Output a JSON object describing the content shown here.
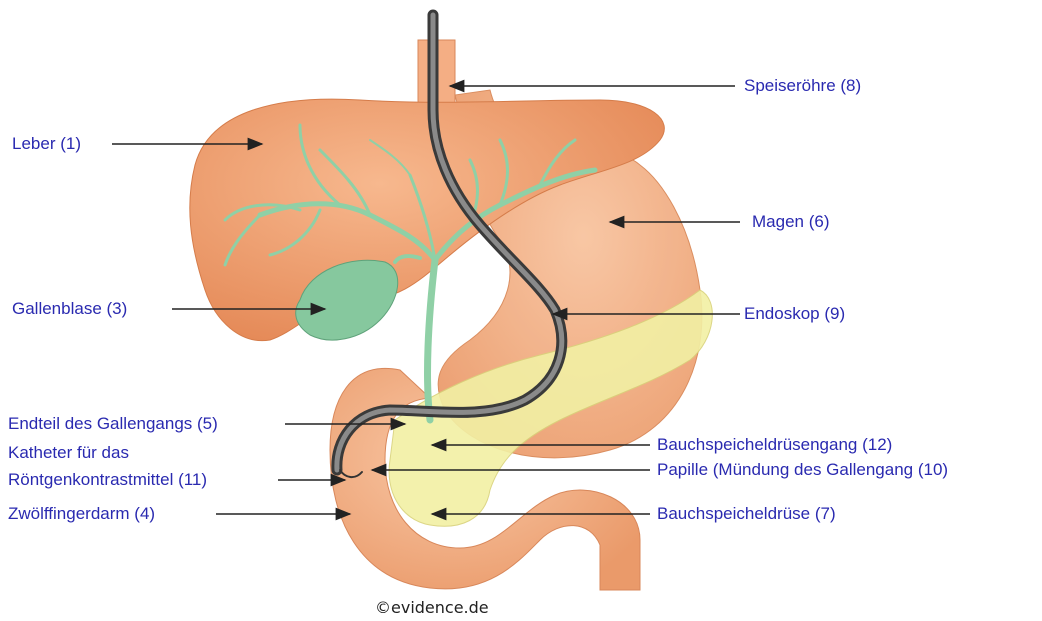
{
  "labels": {
    "leber": "Leber (1)",
    "gallenblase": "Gallenblase (3)",
    "endteil": "Endteil des Gallengangs (5)",
    "katheter_line1": "Katheter für das",
    "katheter_line2": "Röntgenkontrastmittel (11)",
    "zwoelffingerdarm": "Zwölffingerdarm (4)",
    "speiseroehre": "Speiseröhre (8)",
    "magen": "Magen (6)",
    "endoskop": "Endoskop (9)",
    "bauchspeicheldruesengang": "Bauchspeicheldrüsengang (12)",
    "papille": "Papille (Mündung des Gallengang (10)",
    "bauchspeicheldruese": "Bauchspeicheldrüse (7)"
  },
  "copyright": "©evidence.de",
  "colors": {
    "label_text": "#2a2ab0",
    "organ_orange": "#f2a87a",
    "liver_orange": "#ef9a6a",
    "gall_green": "#7fc49a",
    "pancreas_yellow": "#f0f0a0",
    "endoscope_gray": "#555555",
    "arrow": "#222222"
  }
}
